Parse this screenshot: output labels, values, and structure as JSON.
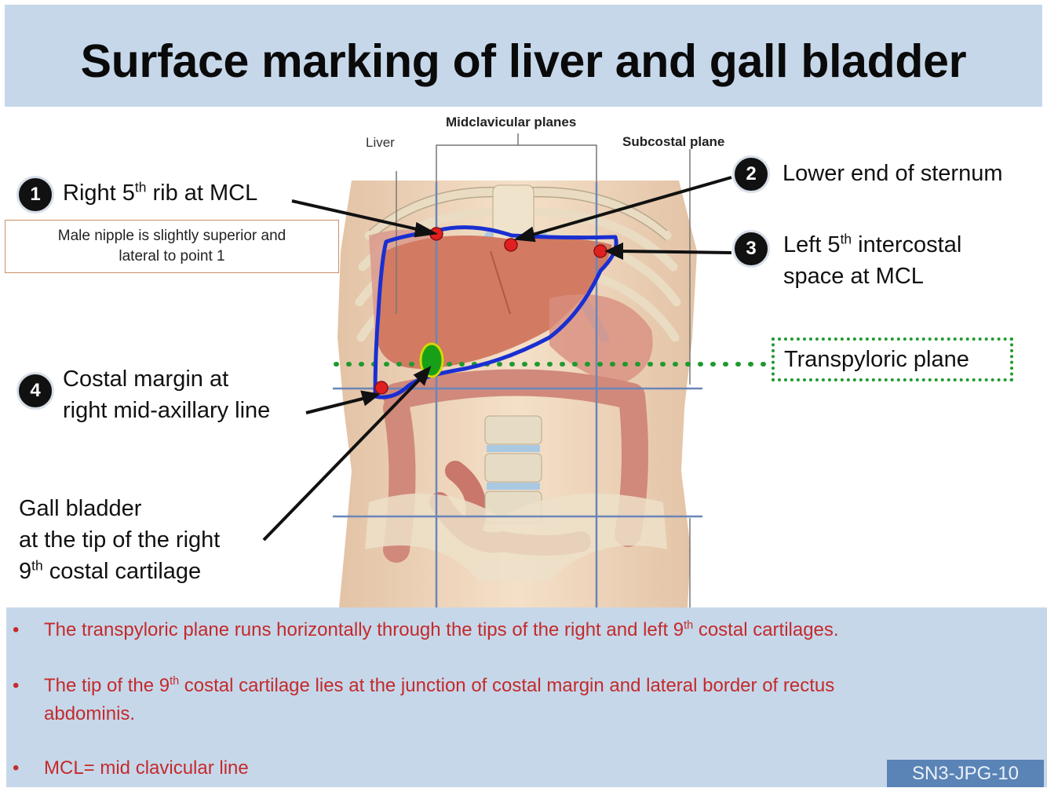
{
  "title": "Surface marking of liver and gall bladder",
  "figure": {
    "top_labels": {
      "liver": "Liver",
      "midclavicular": "Midclavicular planes",
      "subcostal": "Subcostal plane"
    },
    "points": [
      {
        "num": "1",
        "text_a": "Right 5",
        "sup": "th",
        "text_b": " rib at MCL"
      },
      {
        "num": "2",
        "text": "Lower end of sternum"
      },
      {
        "num": "3",
        "line1_a": "Left 5",
        "sup": "th",
        "line1_b": " intercostal",
        "line2": "space at MCL"
      },
      {
        "num": "4",
        "line1": "Costal margin at",
        "line2": "right mid-axillary line"
      }
    ],
    "note": {
      "line1": "Male nipple is slightly superior  and",
      "line2": "lateral to point 1"
    },
    "transpyloric": "Transpyloric plane",
    "gall_bladder": {
      "line1": "Gall bladder",
      "line2": "at the tip of the right",
      "line3_a": "9",
      "sup": "th",
      "line3_b": " costal cartilage"
    },
    "colors": {
      "outline": "#1a2fd1",
      "point": "#e02020",
      "gall_bladder": "#17a017",
      "plane": "#1f9a2f"
    }
  },
  "bullets": [
    {
      "a": "The transpyloric plane runs horizontally  through the tips of the right and left 9",
      "sup": "th",
      "b": " costal cartilages."
    },
    {
      "a": "The tip of the 9",
      "sup": "th",
      "b": " costal cartilage lies at the junction  of costal margin  and lateral border of rectus",
      "c": "abdominis."
    },
    {
      "a": "MCL= mid  clavicular line"
    }
  ],
  "badge": "SN3-JPG-10"
}
